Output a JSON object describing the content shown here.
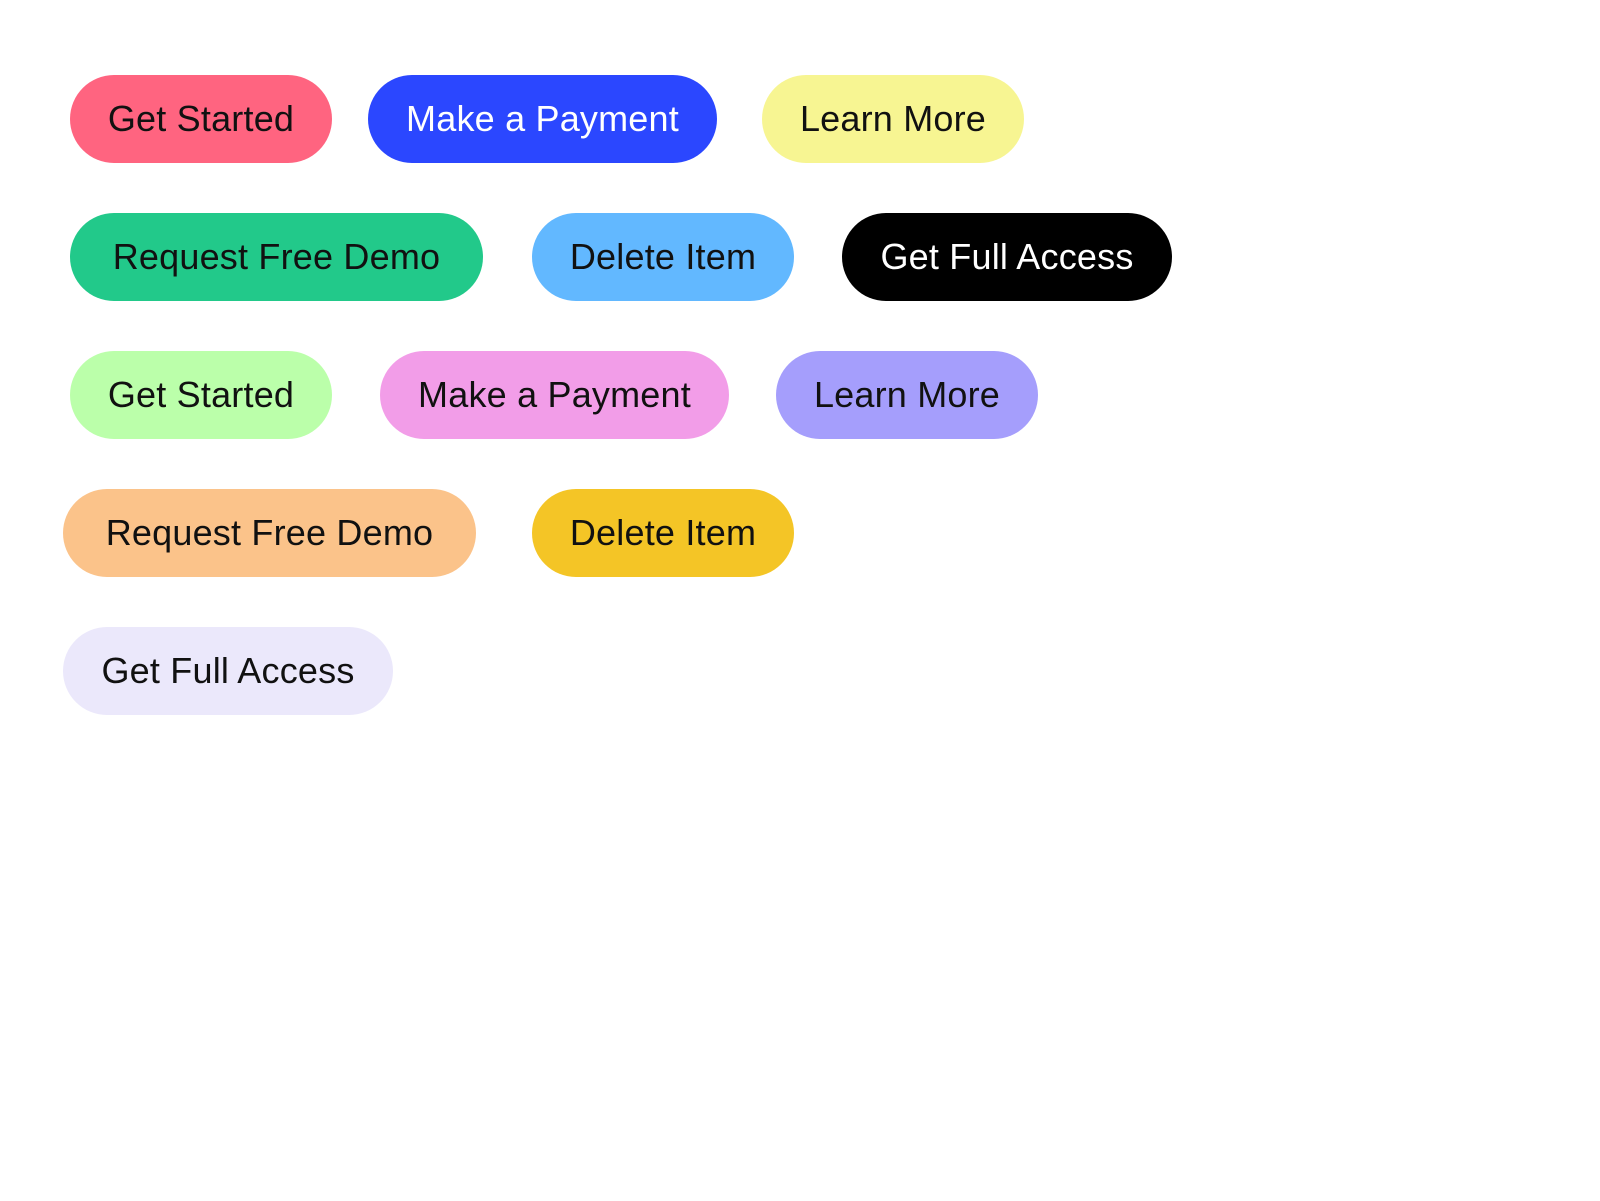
{
  "buttons": [
    {
      "label": "Get Started",
      "bg": "#ff6480",
      "fg": "#111111"
    },
    {
      "label": "Make a Payment",
      "bg": "#2b47ff",
      "fg": "#ffffff"
    },
    {
      "label": "Learn More",
      "bg": "#f7f592",
      "fg": "#111111"
    },
    {
      "label": "Request Free Demo",
      "bg": "#22c98a",
      "fg": "#111111"
    },
    {
      "label": "Delete Item",
      "bg": "#62b8ff",
      "fg": "#111111"
    },
    {
      "label": "Get Full Access",
      "bg": "#000000",
      "fg": "#ffffff"
    },
    {
      "label": "Get Started",
      "bg": "#bbffaa",
      "fg": "#111111"
    },
    {
      "label": "Make a Payment",
      "bg": "#f29de8",
      "fg": "#111111"
    },
    {
      "label": "Learn More",
      "bg": "#a59efc",
      "fg": "#111111"
    },
    {
      "label": "Request Free Demo",
      "bg": "#fbc38a",
      "fg": "#111111"
    },
    {
      "label": "Delete Item",
      "bg": "#f4c526",
      "fg": "#111111"
    },
    {
      "label": "Get Full Access",
      "bg": "#ebe8fb",
      "fg": "#111111"
    }
  ]
}
